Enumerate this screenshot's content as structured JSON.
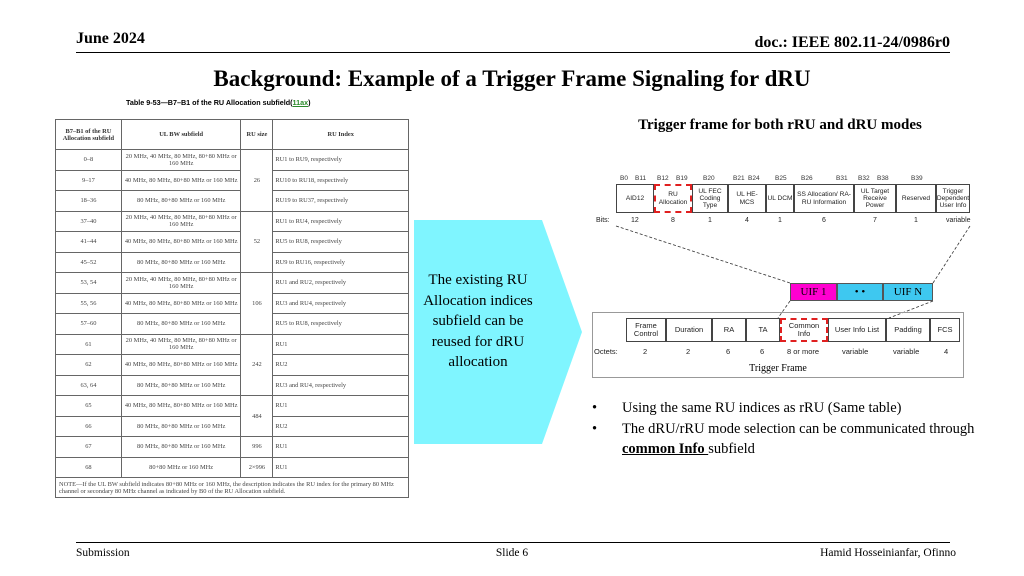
{
  "header": {
    "date": "June 2024",
    "doc": "doc.: IEEE 802.11-24/0986r0"
  },
  "title": "Background: Example of a Trigger Frame Signaling for dRU",
  "table": {
    "caption": "Table 9-53—B7–B1 of the RU Allocation subfield(",
    "caption_link": "11ax",
    "caption_end": ")",
    "headers": [
      "B7–B1 of the RU Allocation subfield",
      "UL BW subfield",
      "RU size",
      "RU Index"
    ],
    "rows": [
      {
        "b": "0–8",
        "bw": "20 MHz, 40 MHz, 80 MHz, 80+80 MHz or 160 MHz",
        "idx": "RU1 to RU9, respectively"
      },
      {
        "b": "9–17",
        "bw": "40 MHz, 80 MHz, 80+80 MHz or 160 MHz",
        "idx": "RU10 to RU18, respectively"
      },
      {
        "b": "18–36",
        "bw": "80 MHz, 80+80 MHz or 160 MHz",
        "idx": "RU19 to RU37, respectively"
      },
      {
        "b": "37–40",
        "bw": "20 MHz, 40 MHz, 80 MHz, 80+80 MHz or 160 MHz",
        "idx": "RU1 to RU4, respectively"
      },
      {
        "b": "41–44",
        "bw": "40 MHz, 80 MHz, 80+80 MHz or 160 MHz",
        "idx": "RU5 to RU8, respectively"
      },
      {
        "b": "45–52",
        "bw": "80 MHz, 80+80 MHz or 160 MHz",
        "idx": "RU9 to RU16, respectively"
      },
      {
        "b": "53, 54",
        "bw": "20 MHz, 40 MHz, 80 MHz, 80+80 MHz or 160 MHz",
        "idx": "RU1 and RU2, respectively"
      },
      {
        "b": "55, 56",
        "bw": "40 MHz, 80 MHz, 80+80 MHz or 160 MHz",
        "idx": "RU3 and RU4, respectively"
      },
      {
        "b": "57–60",
        "bw": "80 MHz, 80+80 MHz or 160 MHz",
        "idx": "RU5 to RU8, respectively"
      },
      {
        "b": "61",
        "bw": "20 MHz, 40 MHz, 80 MHz, 80+80 MHz or 160 MHz",
        "idx": "RU1"
      },
      {
        "b": "62",
        "bw": "40 MHz, 80 MHz, 80+80 MHz or 160 MHz",
        "idx": "RU2"
      },
      {
        "b": "63, 64",
        "bw": "80 MHz, 80+80 MHz or 160 MHz",
        "idx": "RU3 and RU4, respectively"
      },
      {
        "b": "65",
        "bw": "40 MHz, 80 MHz, 80+80 MHz or 160 MHz",
        "idx": "RU1"
      },
      {
        "b": "66",
        "bw": "80 MHz, 80+80 MHz or 160 MHz",
        "idx": "RU2"
      },
      {
        "b": "67",
        "bw": "80 MHz, 80+80 MHz or 160 MHz",
        "idx": "RU1"
      },
      {
        "b": "68",
        "bw": "80+80 MHz or 160 MHz",
        "idx": "RU1"
      }
    ],
    "ru_sizes": [
      "26",
      "52",
      "106",
      "242",
      "484",
      "996",
      "2×996"
    ],
    "note": "NOTE—If the UL BW subfield indicates 80+80 MHz or 160 MHz, the description indicates the RU index for the primary 80 MHz channel or secondary 80 MHz channel as indicated by B0 of the RU Allocation subfield."
  },
  "callout": {
    "text": "The existing RU Allocation indices subfield can be reused for dRU allocation",
    "color": "#7ff5ff"
  },
  "right_title": "Trigger frame for both rRU and dRU modes",
  "user_info": {
    "bit_labels": [
      "B0",
      "B11",
      "B12",
      "B19",
      "B20",
      "B21",
      "B24",
      "B25",
      "B26",
      "B31",
      "B32",
      "B38",
      "B39"
    ],
    "fields": [
      "AID12",
      "RU Allocation",
      "UL FEC Coding Type",
      "UL HE-MCS",
      "UL DCM",
      "SS Allocation/ RA-RU Information",
      "UL Target Receive Power",
      "Reserved",
      "Trigger Dependent User Info"
    ],
    "bits_label": "Bits:",
    "bits": [
      "12",
      "8",
      "1",
      "4",
      "1",
      "6",
      "7",
      "1",
      "variable"
    ]
  },
  "uif": {
    "first": "UIF 1",
    "mid": "• •",
    "last": "UIF N",
    "color": "#ff00d0",
    "blue": "#3ec8f0"
  },
  "trigger": {
    "fields": [
      "Frame Control",
      "Duration",
      "RA",
      "TA",
      "Common Info",
      "User Info List",
      "Padding",
      "FCS"
    ],
    "octets_label": "Octets:",
    "octets": [
      "2",
      "2",
      "6",
      "6",
      "8 or more",
      "variable",
      "variable",
      "4"
    ],
    "caption": "Trigger Frame"
  },
  "bullets": {
    "b1": "Using the same RU indices as rRU (Same table)",
    "b2_a": "The dRU/rRU mode selection can be communicated through ",
    "b2_bold": "common Info ",
    "b2_c": "subfield"
  },
  "footer": {
    "left": "Submission",
    "center": "Slide 6",
    "right": "Hamid Hosseinianfar, Ofinno"
  }
}
